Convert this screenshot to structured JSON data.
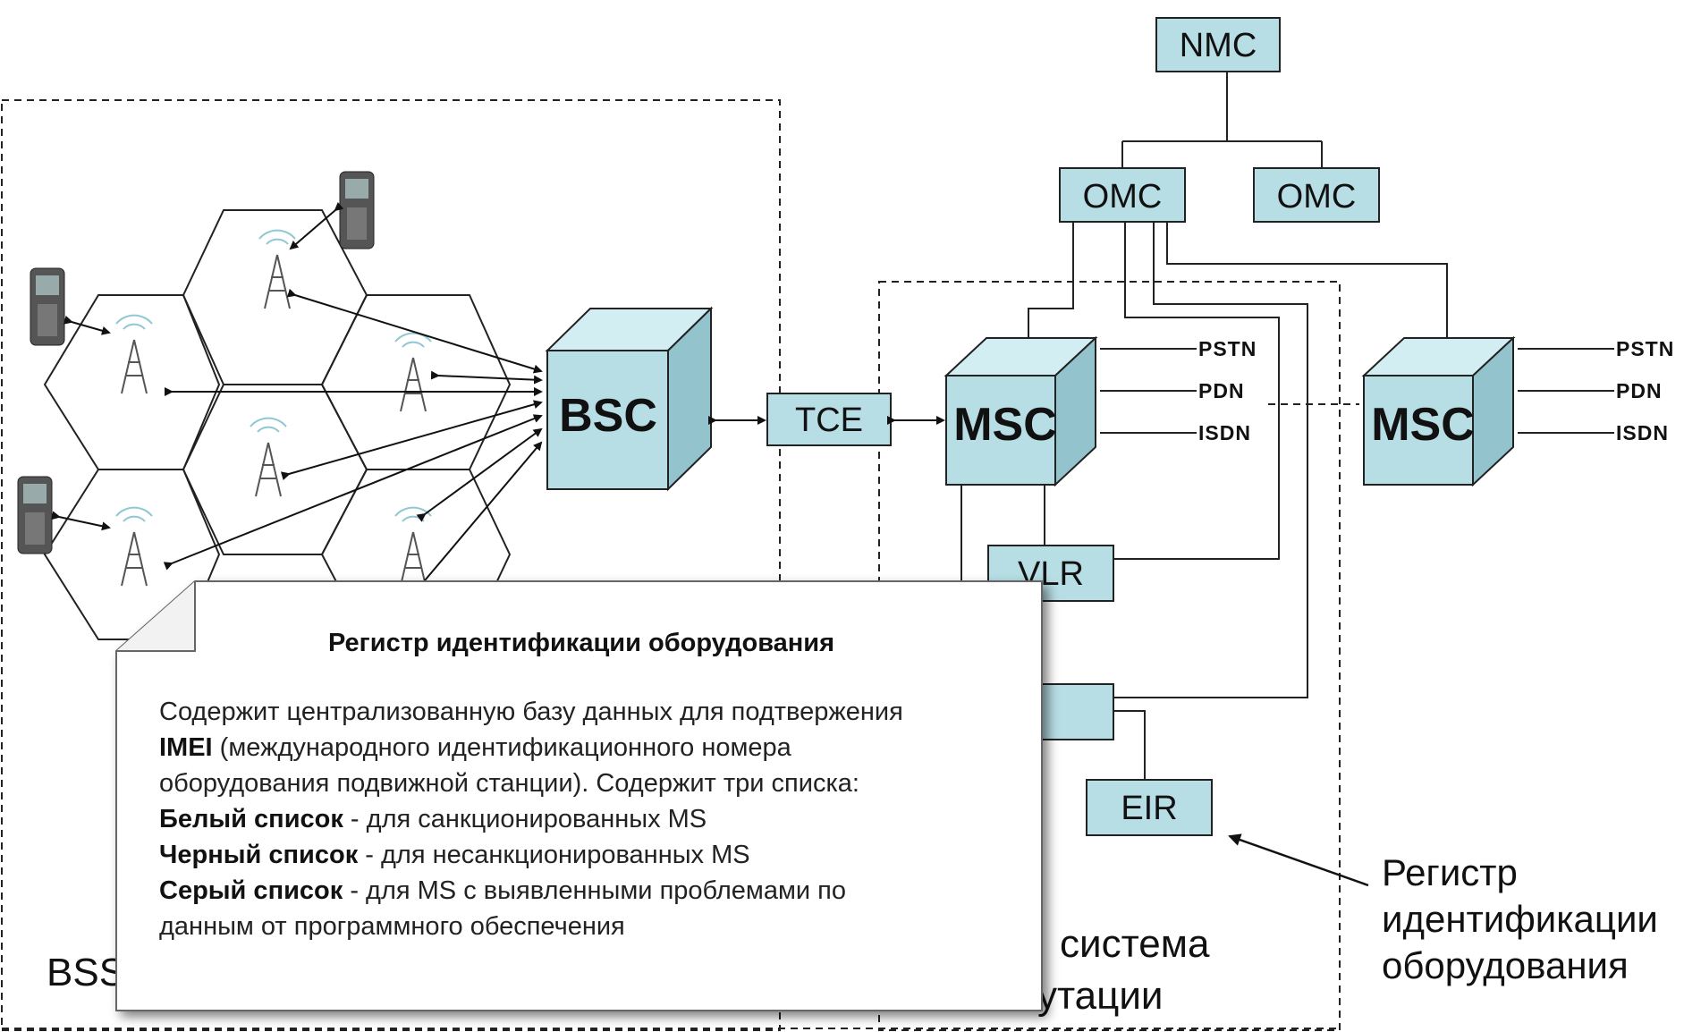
{
  "nodes": {
    "nmc": "NMC",
    "omc_left": "OMC",
    "omc_right": "OMC",
    "bsc": "BSC",
    "tce": "TCE",
    "msc_main": "MSC",
    "msc_remote": "MSC",
    "vlr": "VLR",
    "eir": "EIR"
  },
  "ports": {
    "main": [
      "PSTN",
      "PDN",
      "ISDN"
    ],
    "remote": [
      "PSTN",
      "PDN",
      "ISDN"
    ]
  },
  "regions": {
    "bss": "BSS",
    "switching_line1": "система",
    "switching_line2": "утации"
  },
  "callout": {
    "line1": "Регистр",
    "line2": "идентификации",
    "line3": "оборудования"
  },
  "note": {
    "title": "Регистр идентификации оборудования",
    "line1": "Содержит централизованную базу данных для подтвержения",
    "line2_bold": "IMEI",
    "line2_rest": " (международного идентификационного номера",
    "line3": "оборудования подвижной станции). Содержит три списка:",
    "white_bold": "Белый список",
    "white_rest": " - для санкционированных MS",
    "black_bold": "Черный список",
    "black_rest": " - для несанкционированных MS",
    "gray_bold": "Серый список",
    "gray_rest": " - для MS с выявленными проблемами по",
    "line7": "данным от программного обеспечения"
  },
  "colors": {
    "node_fill": "#b7dde5",
    "node_side": "#93c3cd",
    "node_top": "#d3eef3",
    "stroke": "#222222"
  }
}
